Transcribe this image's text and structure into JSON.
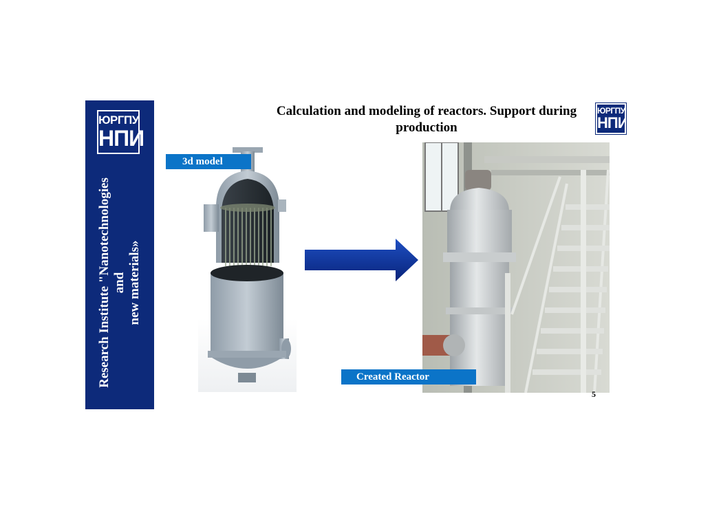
{
  "sidebar": {
    "logo_top": "ЮРГПУ",
    "logo_bottom": "НПИ",
    "institute_lines": [
      "Research Institute \"Nanotechnologies",
      "and",
      "new materials»"
    ]
  },
  "header": {
    "title": "Calculation and modeling of reactors. Support during production",
    "logo_top": "ЮРГПУ",
    "logo_bottom": "НПИ"
  },
  "labels": {
    "model": "3d model",
    "created": "Created Reactor"
  },
  "page_number": "5",
  "colors": {
    "sidebar_blue": "#0d2a7a",
    "label_blue": "#0b74c8",
    "arrow_blue": "#0a2a8c"
  }
}
